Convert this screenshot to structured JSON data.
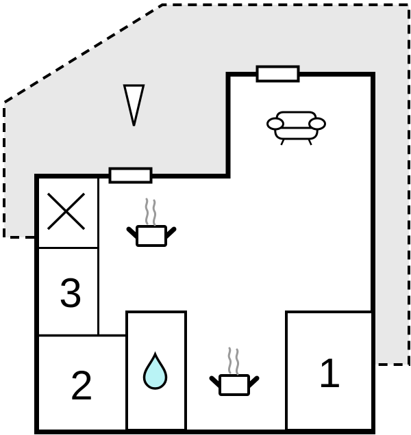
{
  "floorplan": {
    "rooms": [
      {
        "id": "room-1",
        "label": "1"
      },
      {
        "id": "room-2",
        "label": "2"
      },
      {
        "id": "room-3",
        "label": "3"
      }
    ],
    "colors": {
      "background": "#ffffff",
      "terrace_fill": "#e8e8e8",
      "wall": "#000000",
      "water_drop_fill": "#b9f3f5",
      "steam": "#9a9a9a"
    },
    "icons": [
      "terrace-dashed-boundary",
      "triangle-marker-icon",
      "crossed-square-icon",
      "window",
      "sofa-icon",
      "cooking-pot-icon",
      "steam-icon",
      "water-drop-icon"
    ]
  }
}
